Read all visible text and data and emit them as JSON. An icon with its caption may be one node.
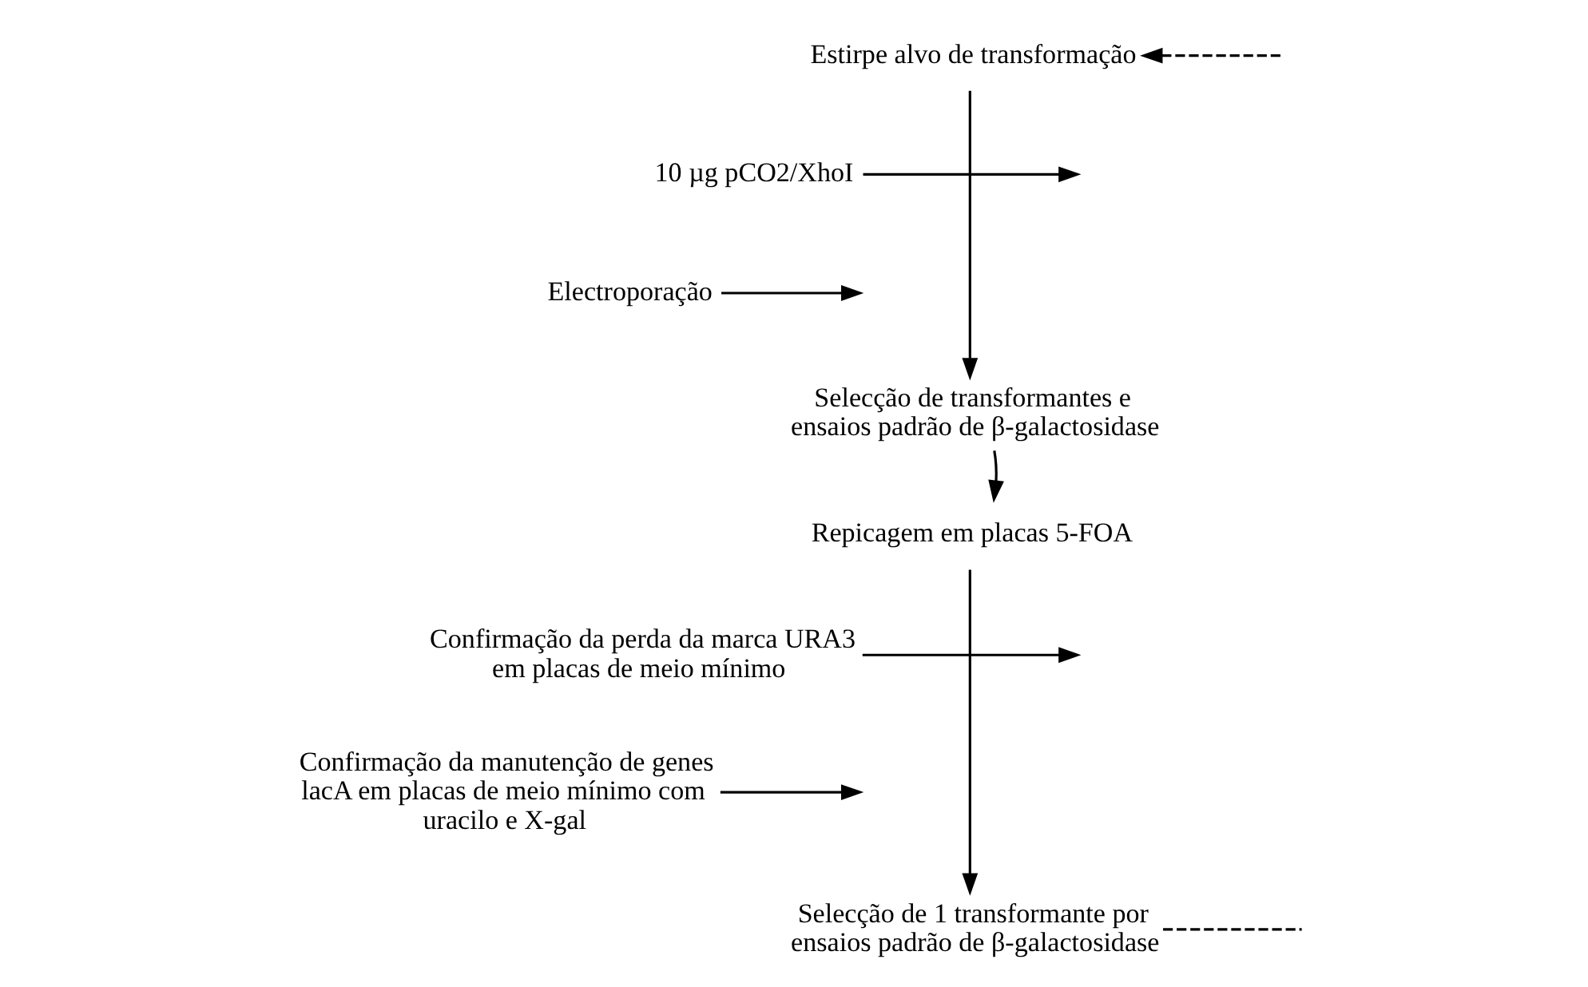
{
  "diagram": {
    "nodes": [
      {
        "text": [
          "Estirpe alvo de transformação"
        ]
      },
      {
        "text": [
          "10 µg pCO2/XhoI"
        ]
      },
      {
        "text": [
          "Electroporação"
        ]
      },
      {
        "text": [
          "Selecção de transformantes e ensaios padrão de β-galactosidase"
        ]
      },
      {
        "text": [
          "Repicagem em placas 5-FOA"
        ]
      },
      {
        "text": [
          "Confirmação da perda da marca URA3 em placas de meio mínimo"
        ]
      },
      {
        "text": [
          "Confirmação da manutenção de genes lacA em placas de meio mínimo com uracilo e X-gal"
        ]
      },
      {
        "text": [
          "Selecção de 1 transformante por ensaios padrão de β-galactosidase"
        ]
      }
    ],
    "edges": [
      {
        "from": 0,
        "to": 3,
        "arrow": "to"
      },
      {
        "from": 1,
        "to": null,
        "arrow": "to"
      },
      {
        "from": 2,
        "to": null,
        "arrow": "to"
      },
      {
        "from": 3,
        "to": 4,
        "arrow": "to"
      },
      {
        "from": 4,
        "to": 7,
        "arrow": "to"
      },
      {
        "from": 5,
        "to": null,
        "arrow": "to"
      },
      {
        "from": 6,
        "to": null,
        "arrow": "to"
      },
      {
        "from": null,
        "to": 0,
        "arrow": "to",
        "style": "dashed"
      },
      {
        "from": 7,
        "to": null,
        "arrow": "none",
        "style": "dashed"
      }
    ]
  }
}
